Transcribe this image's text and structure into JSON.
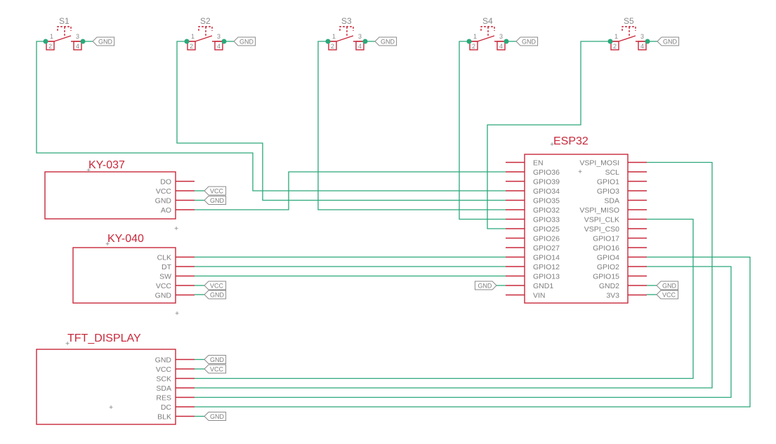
{
  "switches": [
    "S1",
    "S2",
    "S3",
    "S4",
    "S5"
  ],
  "switch_pins": {
    "p1": "1",
    "p2": "2",
    "p3": "3",
    "p4": "4"
  },
  "ports": {
    "gnd": "GND",
    "vcc": "VCC"
  },
  "ky037": {
    "title": "KY-037",
    "pins": [
      "DO",
      "VCC",
      "GND",
      "AO"
    ]
  },
  "ky040": {
    "title": "KY-040",
    "pins": [
      "CLK",
      "DT",
      "SW",
      "VCC",
      "GND"
    ]
  },
  "tft": {
    "title": "TFT_DISPLAY",
    "pins": [
      "GND",
      "VCC",
      "SCK",
      "SDA",
      "RES",
      "DC",
      "BLK"
    ]
  },
  "esp32": {
    "title": "ESP32",
    "left_pins": [
      "EN",
      "GPIO36",
      "GPIO39",
      "GPIO34",
      "GPIO35",
      "GPIO32",
      "GPIO33",
      "GPIO25",
      "GPIO26",
      "GPIO27",
      "GPIO14",
      "GPIO12",
      "GPIO13",
      "GND1",
      "VIN"
    ],
    "right_pins": [
      "VSPI_MOSI",
      "SCL",
      "GPIO1",
      "GPIO3",
      "SDA",
      "VSPI_MISO",
      "VSPI_CLK",
      "VSPI_CS0",
      "GPIO17",
      "GPIO16",
      "GPIO4",
      "GPIO2",
      "GPIO15",
      "GND2",
      "3V3"
    ]
  },
  "colors": {
    "component": "#c8283a",
    "wire": "#2aa87a",
    "label": "#7d7d7d"
  }
}
